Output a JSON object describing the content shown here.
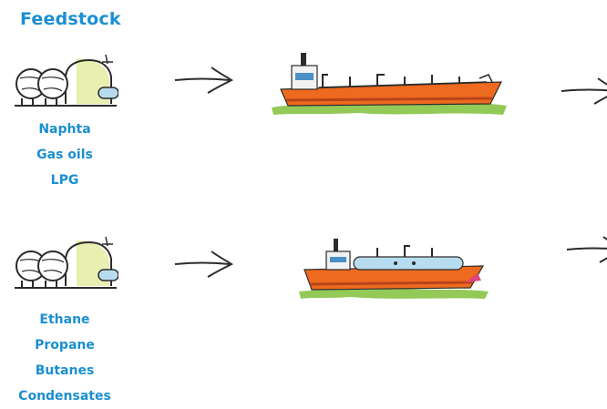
{
  "title": "Feedstock",
  "colors": {
    "text": "#1b8fd0",
    "hull": "#ee6a1f",
    "hull_dark": "#b9441a",
    "deck": "#f2f2f2",
    "grass": "#7fbf3a",
    "tank_fill": "#e8efb0",
    "gas_tank": "#b8dcef",
    "ink": "#2b2b2b"
  },
  "rows": [
    {
      "icons": {
        "storage": "storage-tank-icon",
        "arrow_in": "sketch-arrow-icon",
        "vessel": "oil-tanker-ship-icon",
        "arrow_out": "sketch-arrow-icon"
      },
      "products": [
        "Naphta",
        "Gas oils",
        "LPG"
      ]
    },
    {
      "icons": {
        "storage": "storage-tank-icon",
        "arrow_in": "sketch-arrow-icon",
        "vessel": "gas-carrier-ship-icon",
        "arrow_out": "sketch-arrow-icon"
      },
      "products": [
        "Ethane",
        "Propane",
        "Butanes",
        "Condensates"
      ]
    }
  ]
}
